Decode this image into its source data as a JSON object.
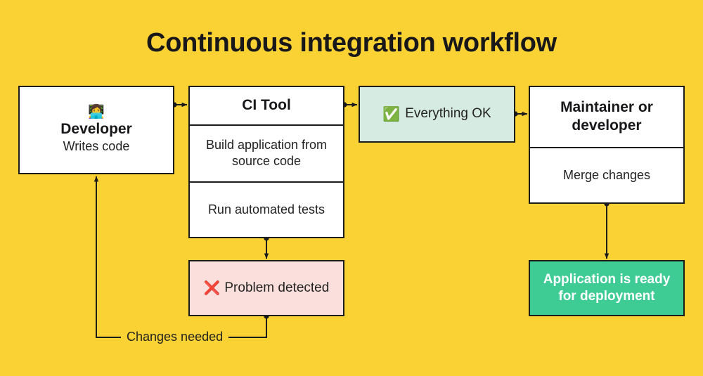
{
  "diagram": {
    "title": "Continuous integration workflow",
    "background_color": "#fbd234",
    "line_color": "#1c1c1c",
    "nodes": {
      "developer": {
        "icon": "technologist-emoji",
        "icon_glyph": "👩‍💻",
        "title": "Developer",
        "subtitle": "Writes code",
        "fill": "#ffffff"
      },
      "ci_tool": {
        "title": "CI Tool",
        "steps": [
          "Build application from source code",
          "Run automated tests"
        ],
        "fill": "#ffffff"
      },
      "everything_ok": {
        "icon": "check-mark-button-emoji",
        "icon_glyph": "✅",
        "label": "Everything OK",
        "fill": "#d6ece2"
      },
      "maintainer": {
        "title": "Maintainer or developer",
        "steps": [
          "Merge changes"
        ],
        "fill": "#ffffff"
      },
      "problem_detected": {
        "icon": "cross-mark-emoji",
        "icon_glyph": "❌",
        "label": "Problem detected",
        "fill": "#fbdfdc"
      },
      "deployment": {
        "label": "Application is ready for deployment",
        "fill": "#3ecb94",
        "text_color": "#ffffff"
      }
    },
    "edges": {
      "changes_needed": "Changes needed"
    }
  }
}
